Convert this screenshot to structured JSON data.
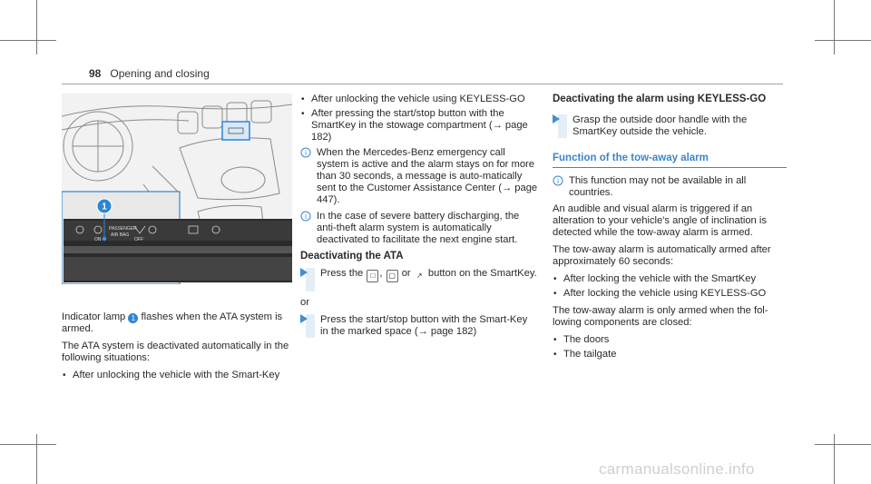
{
  "header": {
    "page_number": "98",
    "title": "Opening and closing"
  },
  "figure": {
    "callout": "1",
    "panel_labels": [
      "ON",
      "PASSENGER",
      "AIR BAG",
      "OFF"
    ]
  },
  "col1": {
    "p1_pre": "Indicator lamp",
    "p1_badge": "1",
    "p1_post": "flashes when the ATA system is armed.",
    "p2": "The ATA system is deactivated automatically in the following situations:",
    "bullet1": "After unlocking the vehicle with the Smart-Key"
  },
  "col2": {
    "bullet1": "After unlocking the vehicle using KEYLESS-GO",
    "bullet2": "After pressing the start/stop button with the SmartKey in the stowage compartment (→ page 182)",
    "note1": "When the Mercedes-Benz emergency call system is active and the alarm stays on for more than 30 seconds, a message is auto-matically sent to the Customer Assistance Center (→ page 447).",
    "note2": "In the case of severe battery discharging, the anti-theft alarm system is automatically deactivated to facilitate the next engine start.",
    "heading": "Deactivating the ATA",
    "action1_pre": "Press the",
    "action1_sep1": ",",
    "action1_sep2": "or",
    "action1_post": "button on the SmartKey.",
    "or": "or",
    "action2": "Press the start/stop button with the Smart-Key in the marked space (→ page 182)"
  },
  "col3": {
    "heading1": "Deactivating the alarm using KEYLESS-GO",
    "action1": "Grasp the outside door handle with the SmartKey outside the vehicle.",
    "heading2": "Function of the tow-away alarm",
    "note1": "This function may not be available in all countries.",
    "p1": "An audible and visual alarm is triggered if an alteration to your vehicle's angle of inclination is detected while the tow-away alarm is armed.",
    "p2": "The tow-away alarm is automatically armed after approximately 60 seconds:",
    "bullet1": "After locking the vehicle with the SmartKey",
    "bullet2": "After locking the vehicle using KEYLESS-GO",
    "p3": "The tow-away alarm is only armed when the fol-lowing components are closed:",
    "bullet3": "The doors",
    "bullet4": "The tailgate"
  },
  "watermark": "carmanualsonline.info",
  "colors": {
    "accent": "#3b86cc",
    "highlight": "#2d86d3"
  }
}
